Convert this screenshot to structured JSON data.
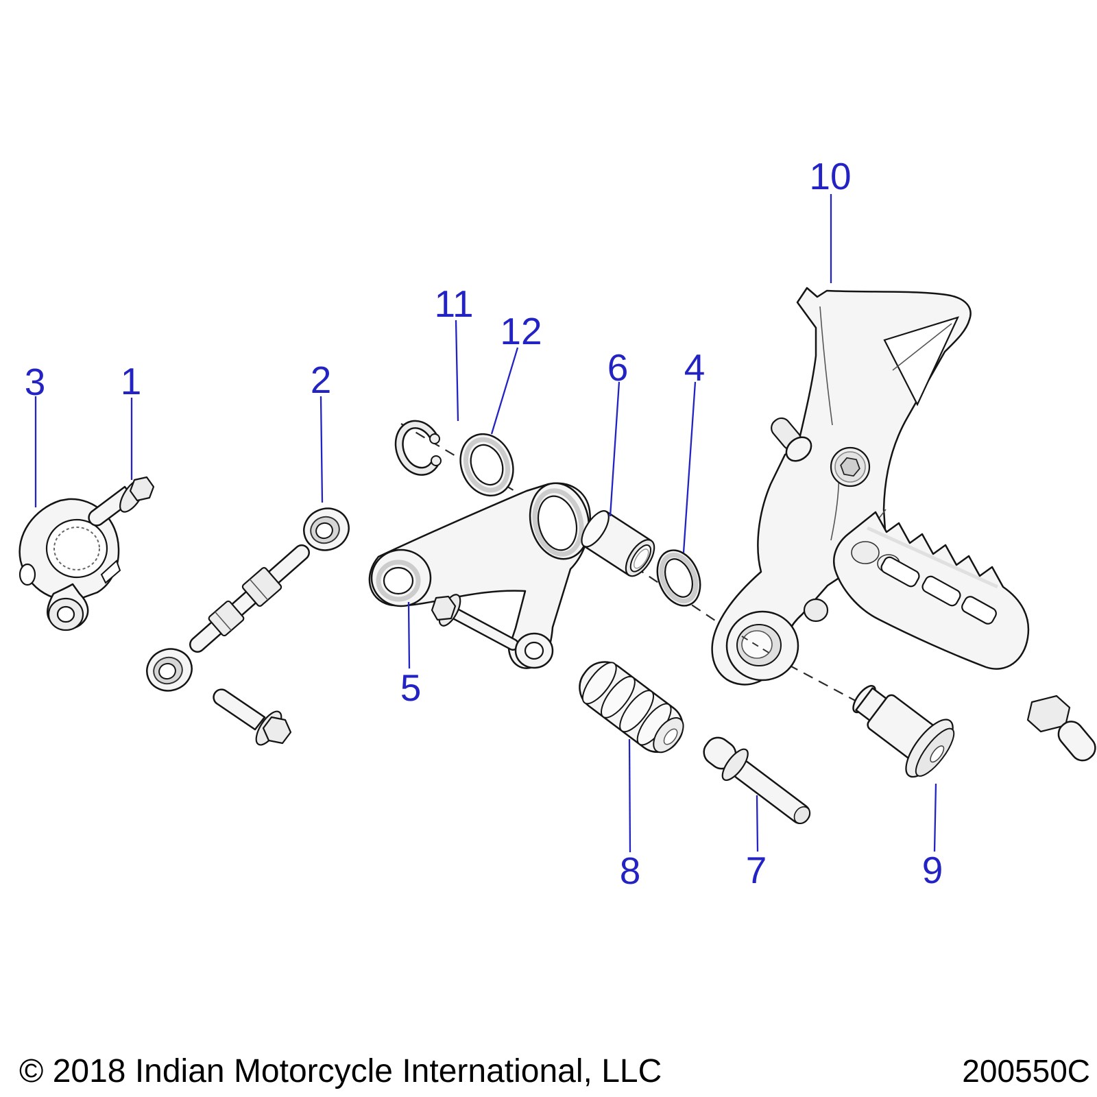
{
  "colors": {
    "callout_blue": "#2323c3",
    "outline_black": "#141414",
    "background": "#ffffff"
  },
  "callouts": [
    {
      "label": "1"
    },
    {
      "label": "2"
    },
    {
      "label": "3"
    },
    {
      "label": "4"
    },
    {
      "label": "5"
    },
    {
      "label": "6"
    },
    {
      "label": "7"
    },
    {
      "label": "8"
    },
    {
      "label": "9"
    },
    {
      "label": "10"
    },
    {
      "label": "11"
    },
    {
      "label": "12"
    }
  ],
  "footer": {
    "copyright": "© 2018 Indian Motorcycle International, LLC",
    "drawing_number": "200550C"
  }
}
